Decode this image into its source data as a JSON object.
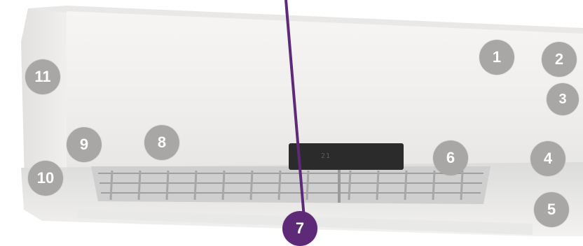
{
  "image": {
    "subject": "Wall-mounted split air conditioner indoor unit",
    "colors": {
      "body": "#f1f0ee",
      "marker": "#a9a7a5",
      "marker_highlight": "#5e2a78",
      "display_panel": "#2c2b2b",
      "leader_line": "#5e2a78"
    }
  },
  "display": {
    "readout": "21"
  },
  "markers": [
    {
      "id": "1",
      "label": "1",
      "highlight": false
    },
    {
      "id": "2",
      "label": "2",
      "highlight": false
    },
    {
      "id": "3",
      "label": "3",
      "highlight": false
    },
    {
      "id": "4",
      "label": "4",
      "highlight": false
    },
    {
      "id": "5",
      "label": "5",
      "highlight": false
    },
    {
      "id": "6",
      "label": "6",
      "highlight": false
    },
    {
      "id": "7",
      "label": "7",
      "highlight": true
    },
    {
      "id": "8",
      "label": "8",
      "highlight": false
    },
    {
      "id": "9",
      "label": "9",
      "highlight": false
    },
    {
      "id": "10",
      "label": "10",
      "highlight": false
    },
    {
      "id": "11",
      "label": "11",
      "highlight": false
    }
  ]
}
